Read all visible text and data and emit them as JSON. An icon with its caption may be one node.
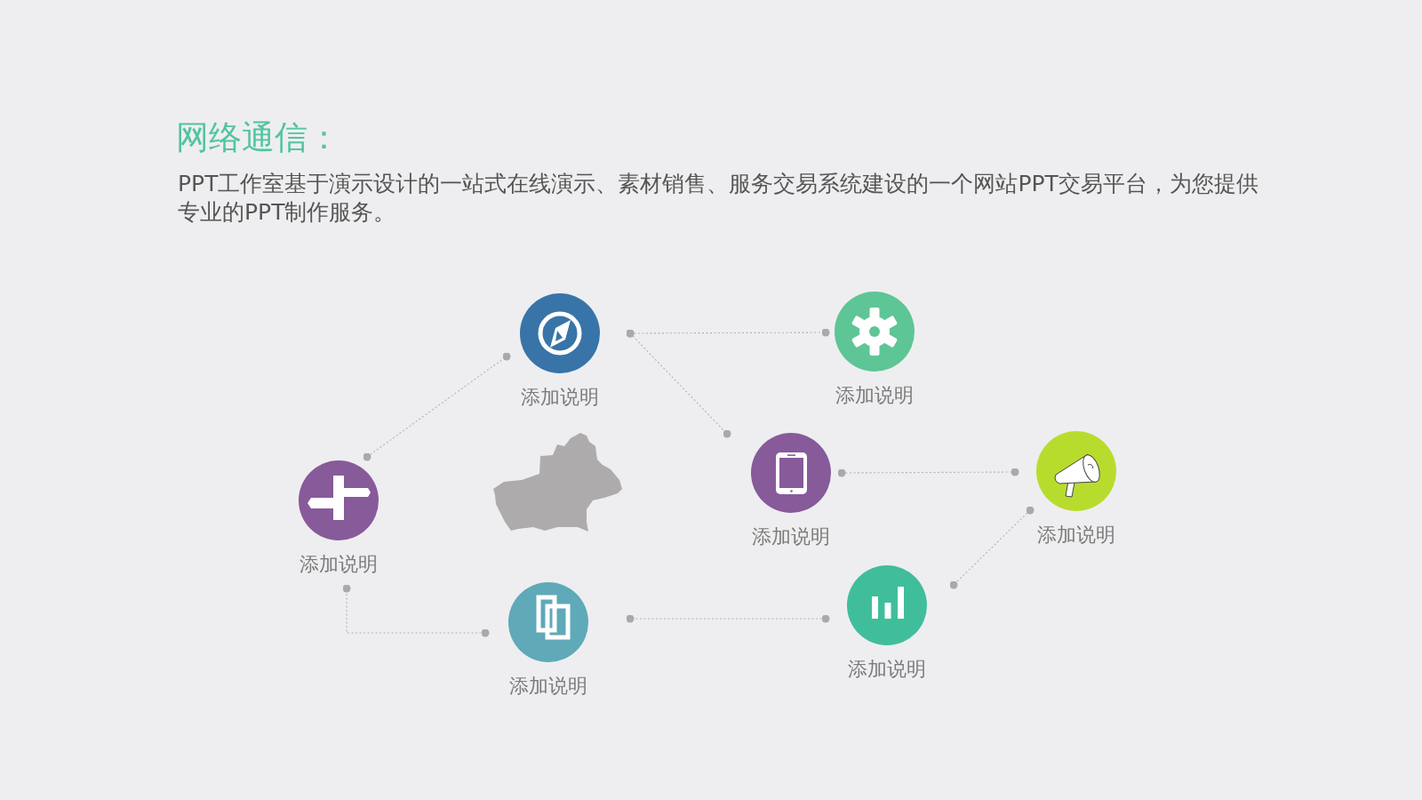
{
  "diagram": {
    "title": "网络通信：",
    "nodes": [
      {
        "text": [
          "添加说明"
        ]
      },
      {
        "text": [
          "添加说明"
        ]
      },
      {
        "text": [
          "添加说明"
        ]
      },
      {
        "text": [
          "添加说明"
        ]
      },
      {
        "text": [
          "添加说明"
        ]
      },
      {
        "text": [
          "添加说明"
        ]
      },
      {
        "text": [
          "添加说明"
        ]
      }
    ],
    "edges": [
      {
        "from": 4,
        "to": 0,
        "arrow": "other"
      },
      {
        "from": 0,
        "to": 1,
        "arrow": "other"
      },
      {
        "from": 0,
        "to": 2,
        "arrow": "other"
      },
      {
        "from": 2,
        "to": 3,
        "arrow": "other"
      },
      {
        "from": 3,
        "to": 5,
        "arrow": "other"
      },
      {
        "from": 5,
        "to": 6,
        "arrow": "other"
      },
      {
        "from": 6,
        "to": 4,
        "arrow": "other"
      }
    ],
    "labels": [
      "PPT工作室基于演示设计的一站式在线演示、素材销售、服务交易系统建设的一个网站PPT交易平台，为您提供专业的PPT制作服务。"
    ]
  }
}
